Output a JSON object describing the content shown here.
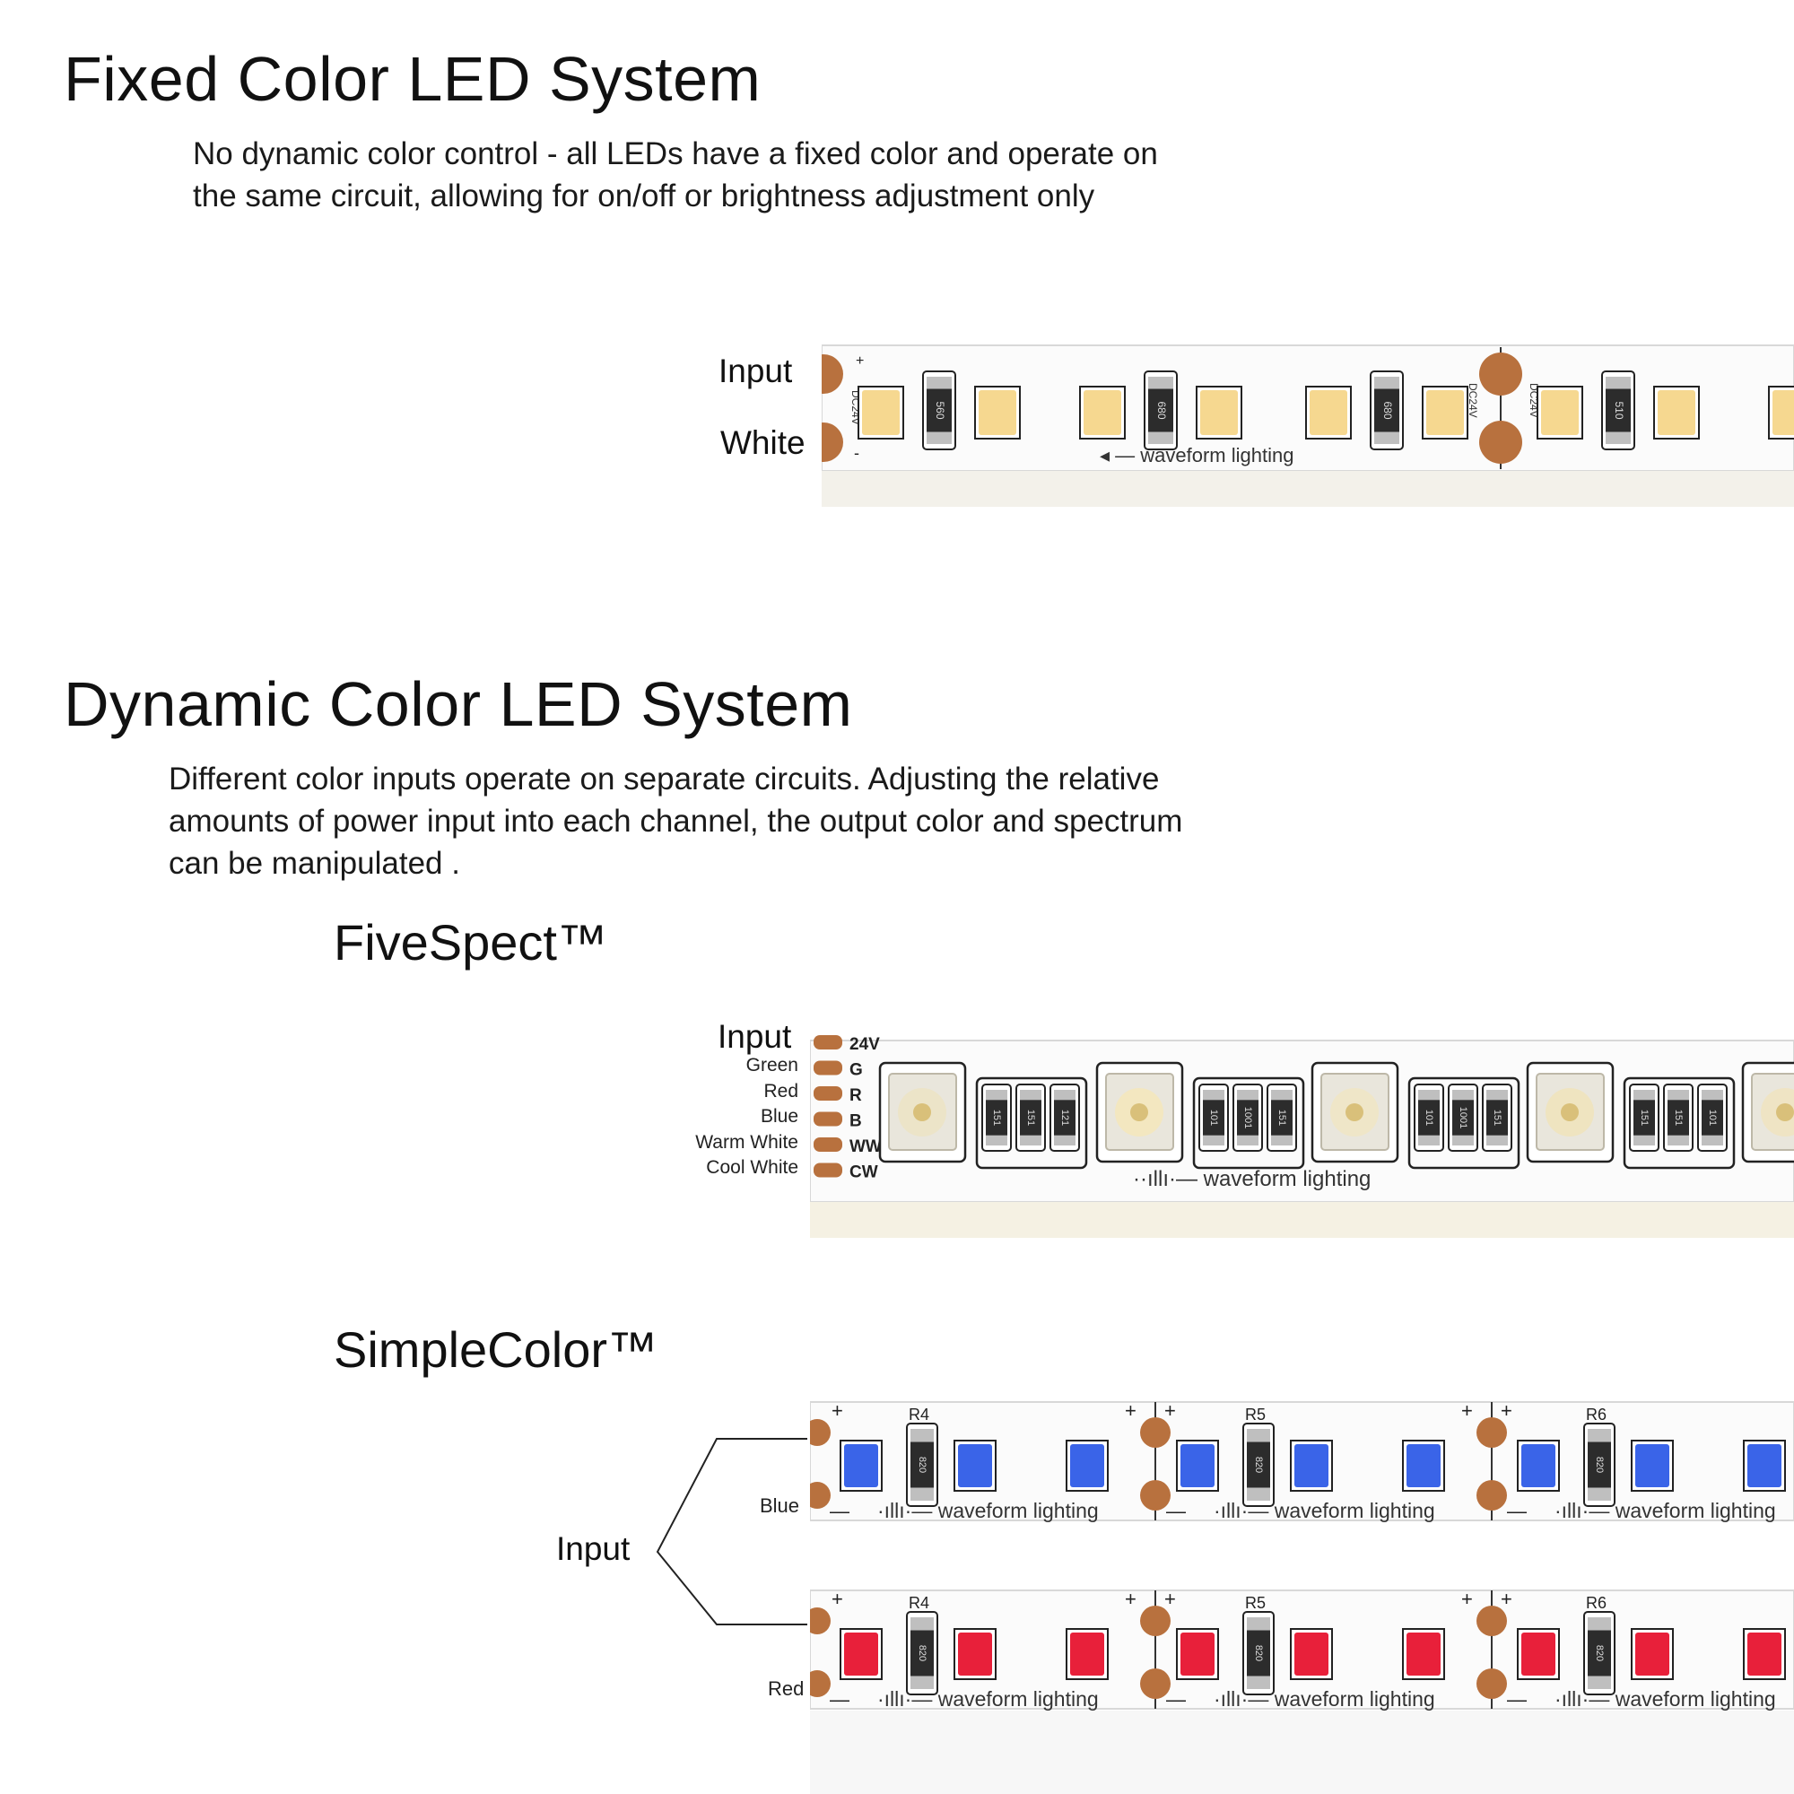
{
  "fixed": {
    "title": "Fixed Color LED System",
    "description_lines": [
      "No dynamic color control - all LEDs have a fixed color and operate on",
      "the same circuit, allowing for on/off or brightness adjustment only"
    ],
    "input_label": "Input",
    "channel_label": "White",
    "strip": {
      "pad_text": "DC24V",
      "resistor_codes": [
        "560",
        "680",
        "680",
        "510"
      ],
      "brand_text": "waveform lighting",
      "led_color": "#f6d890"
    }
  },
  "dynamic": {
    "title": "Dynamic Color LED System",
    "description_lines": [
      "Different color inputs operate on separate circuits. Adjusting the relative",
      "amounts of power input into each channel, the output color and spectrum",
      "can be manipulated ."
    ],
    "fivespect": {
      "title": "FiveSpect™",
      "input_label": "Input",
      "channels": [
        "Green",
        "Red",
        "Blue",
        "Warm White",
        "Cool White"
      ],
      "pin_labels": [
        "24V",
        "G",
        "R",
        "B",
        "WW",
        "CW"
      ],
      "resistor_codes": [
        "151",
        "151",
        "121",
        "101",
        "1001",
        "151",
        "101",
        "1001",
        "151",
        "151",
        "151",
        "101"
      ],
      "brand_text": "waveform lighting"
    },
    "simplecolor": {
      "title": "SimpleColor™",
      "input_label": "Input",
      "strips": [
        {
          "channel": "Blue",
          "led_color": "#3a64e8",
          "resistor_labels": [
            "R4",
            "R5",
            "R6"
          ],
          "resistor_code": "820",
          "brand_text": "waveform lighting"
        },
        {
          "channel": "Red",
          "led_color": "#e8203a",
          "resistor_labels": [
            "R4",
            "R5",
            "R6"
          ],
          "resistor_code": "820",
          "brand_text": "waveform lighting"
        }
      ]
    }
  }
}
